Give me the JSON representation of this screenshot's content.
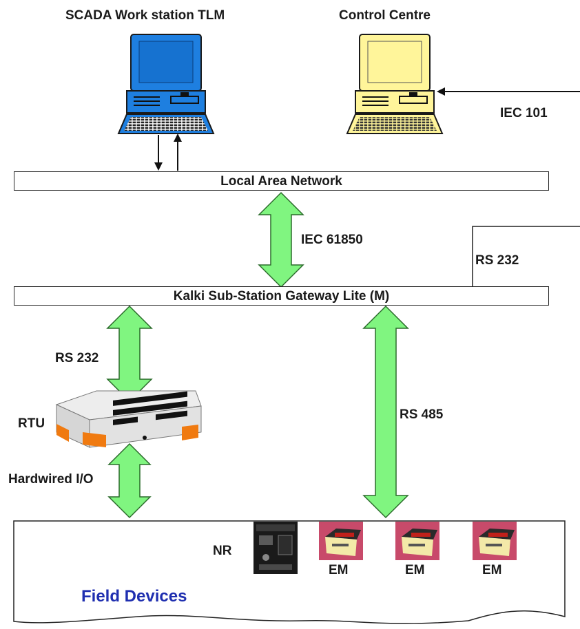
{
  "nodes": {
    "scada_workstation": "SCADA Work station TLM",
    "control_centre": "Control Centre",
    "local_area_network": "Local Area Network",
    "gateway": "Kalki Sub-Station Gateway Lite (M)",
    "rtu": "RTU",
    "field_devices": "Field Devices",
    "nr": "NR",
    "em_devices": [
      "EM",
      "EM",
      "EM"
    ]
  },
  "links": {
    "control_centre_protocol": "IEC 101",
    "lan_gateway_protocol": "IEC 61850",
    "gateway_serial": "RS 232",
    "gateway_rtu_protocol": "RS 232",
    "gateway_field_protocol": "RS 485",
    "rtu_field": "Hardwired I/O"
  },
  "colors": {
    "scada_monitor": "#1e7fe0",
    "control_monitor": "#fff59a",
    "arrow_fill": "#80f580",
    "rtu_accent": "#f07a10",
    "field_label": "#1f2fb0",
    "em_background": "#c84a6a"
  }
}
